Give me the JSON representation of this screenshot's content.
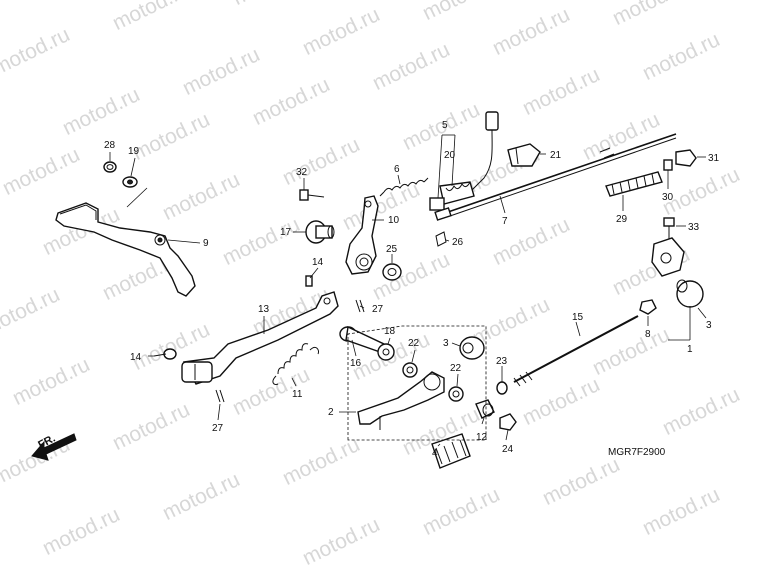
{
  "watermark": "motod.ru",
  "diagram_code": "MGR7F2900",
  "direction_label": "FR.",
  "callouts": {
    "c1": "1",
    "c2": "2",
    "c3a": "3",
    "c3b": "3",
    "c4": "4",
    "c5": "5",
    "c6": "6",
    "c7": "7",
    "c8": "8",
    "c9": "9",
    "c10": "10",
    "c11": "11",
    "c12": "12",
    "c13": "13",
    "c14a": "14",
    "c14b": "14",
    "c15": "15",
    "c16": "16",
    "c17": "17",
    "c18": "18",
    "c19": "19",
    "c20": "20",
    "c21": "21",
    "c22a": "22",
    "c22b": "22",
    "c23": "23",
    "c24": "24",
    "c25": "25",
    "c26": "26",
    "c27a": "27",
    "c27b": "27",
    "c28": "28",
    "c29": "29",
    "c30": "30",
    "c31": "31",
    "c32": "32",
    "c33": "33"
  }
}
